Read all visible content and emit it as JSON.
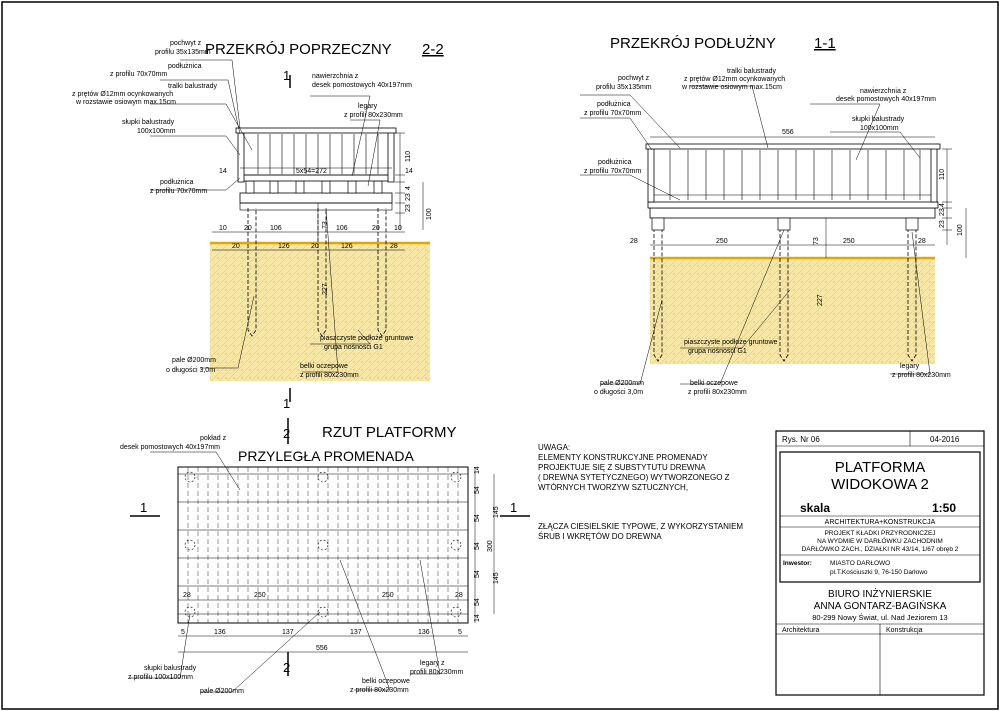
{
  "sections": {
    "cross": {
      "title": "PRZEKRÓJ POPRZECZNY",
      "num": "2-2"
    },
    "longitudinal": {
      "title": "PRZEKRÓJ PODŁUŻNY",
      "num": "1-1"
    },
    "plan": {
      "title": "RZUT PLATFORMY",
      "subtitle": "PRZYLEGŁA PROMENADA"
    }
  },
  "markers": {
    "one": "1",
    "two": "2"
  },
  "cross_labels": {
    "handrail_l1": "pochwyt z",
    "handrail_l2": "profilu 35x135mm",
    "stringer_l1": "podłużnica",
    "stringer_l2": "z profilu 70x70mm",
    "rods_l1": "tralki balustrady",
    "rods_l2": "z prętów Ø12mm ocynkowanych",
    "rods_l3": "w rozstawie osiowym max.15cm",
    "posts_l1": "słupki balustrady",
    "posts_l2": "100x100mm",
    "stringer2_l1": "podłużnica",
    "stringer2_l2": "z profilu 70x70mm",
    "surface_l1": "nawierzchnia z",
    "surface_l2": "desek pomostowych 40x197mm",
    "joists_l1": "legary",
    "joists_l2": "z profili 80x230mm",
    "soil_l1": "piaszczyste podłoże gruntowe",
    "soil_l2": "grupa nośności G1",
    "piles_l1": "pale Ø200mm",
    "piles_l2": "o długości 3,0m",
    "beams_l1": "belki oczepowe",
    "beams_l2": "z profili 80x230mm"
  },
  "cross_dims": {
    "spacing": "5x54=272",
    "d14a": "14",
    "d14b": "14",
    "d110": "110",
    "d4": "4",
    "d23a": "23",
    "d23b": "23",
    "d100": "100",
    "d73": "73",
    "d227": "227",
    "b10a": "10",
    "b20a": "20",
    "b106a": "106",
    "b106b": "106",
    "b20b": "20",
    "b10b": "10",
    "c20a": "20",
    "c126a": "126",
    "c20b": "20",
    "c126b": "126",
    "c28": "28"
  },
  "long_labels": {
    "handrail_l1": "pochwyt z",
    "handrail_l2": "profilu 35x135mm",
    "rods_l1": "tralki balustrady",
    "rods_l2": "z prętów Ø12mm ocynkowanych",
    "rods_l3": "w rozstawie osiowym max.15cm",
    "surface_l1": "nawierzchnia z",
    "surface_l2": "desek pomostowych 40x197mm",
    "stringer_l1": "podłużnica",
    "stringer_l2": "z profilu 70x70mm",
    "posts_l1": "słupki balustrady",
    "posts_l2": "100x100mm",
    "stringer2_l1": "podłużnica",
    "stringer2_l2": "z profilu 70x70mm",
    "soil_l1": "piaszczyste podłoże gruntowe",
    "soil_l2": "grupa nośności G1",
    "piles_l1": "pale Ø200mm",
    "piles_l2": "o długości 3,0m",
    "beams_l1": "belki oczepowe",
    "beams_l2": "z profili 80x230mm",
    "joists_l1": "legary",
    "joists_l2": "z profili 80x230mm"
  },
  "long_dims": {
    "top": "556",
    "d28a": "28",
    "d250a": "250",
    "d250b": "250",
    "d28b": "28",
    "d73": "73",
    "d110": "110",
    "d4": "4",
    "d23a": "23",
    "d23b": "23",
    "d100": "100",
    "d227": "227"
  },
  "plan_labels": {
    "deck_l1": "pokład z",
    "deck_l2": "desek pomostowych 40x197mm",
    "posts_l1": "słupki balustrady",
    "posts_l2": "z profilu 100x100mm",
    "piles": "pale Ø200mm",
    "beams_l1": "belki oczepowe",
    "beams_l2": "z profili 80x230mm",
    "joists_l1": "legary z",
    "joists_l2": "profili 80x230mm"
  },
  "plan_dims": {
    "r14a": "14",
    "r54a": "54",
    "r54b": "54",
    "r54c": "54",
    "r54d": "54",
    "r54e": "54",
    "r14b": "14",
    "v145a": "145",
    "v145b": "145",
    "v300": "300",
    "h28a": "28",
    "h250a": "250",
    "h250b": "250",
    "h28b": "28",
    "b5a": "5",
    "b136a": "136",
    "b137a": "137",
    "b137b": "137",
    "b136b": "136",
    "b5b": "5",
    "total": "556"
  },
  "notes": {
    "l1": "UWAGA:",
    "l2": "ELEMENTY KONSTRUKCYJNE PROMENADY",
    "l3": "PROJEKTUJE SIĘ Z SUBSTYTUTU DREWNA",
    "l4": "( DREWNA SYTETYCZNEGO)     WYTWORZONEGO Z",
    "l5": "WTÓRNYCH TWORZYW SZTUCZNYCH,",
    "l6": "ZŁĄCZA CIESIELSKIE TYPOWE, Z WYKORZYSTANIEM",
    "l7": "ŚRUB I WKRĘTÓW DO DREWNA"
  },
  "title_block": {
    "rys": "Rys. Nr 06",
    "date": "04-2016",
    "title1": "PLATFORMA",
    "title2": "WIDOKOWA 2",
    "scale_label": "skala",
    "scale": "1:50",
    "discipline": "ARCHITEKTURA+KONSTRUKCJA",
    "project1": "PROJEKT KŁADKI PRZYRODNICZEJ",
    "project2": "NA WYDMIE W DARŁÓWKU ZACHODNIM",
    "project3": "DARŁÓWKO ZACH., DZIAŁKI NR 43/14, 1/67 obręb 2",
    "investor_label": "Inwestor:",
    "investor1": "MIASTO DARŁOWO",
    "investor2": "pl.T.Kościuszki 9, 76-150 Darłowo",
    "office1": "BIURO INŻYNIERSKIE",
    "office2": "ANNA GONTARZ-BAGIŃSKA",
    "office3": "80-299 Nowy Świat, ul. Nad Jeziorem 13",
    "col1": "Architektura",
    "col2": "Konstrukcja"
  },
  "colors": {
    "soil": "#f6e7a6",
    "ground_line": "#e0a800",
    "line": "#000000"
  }
}
